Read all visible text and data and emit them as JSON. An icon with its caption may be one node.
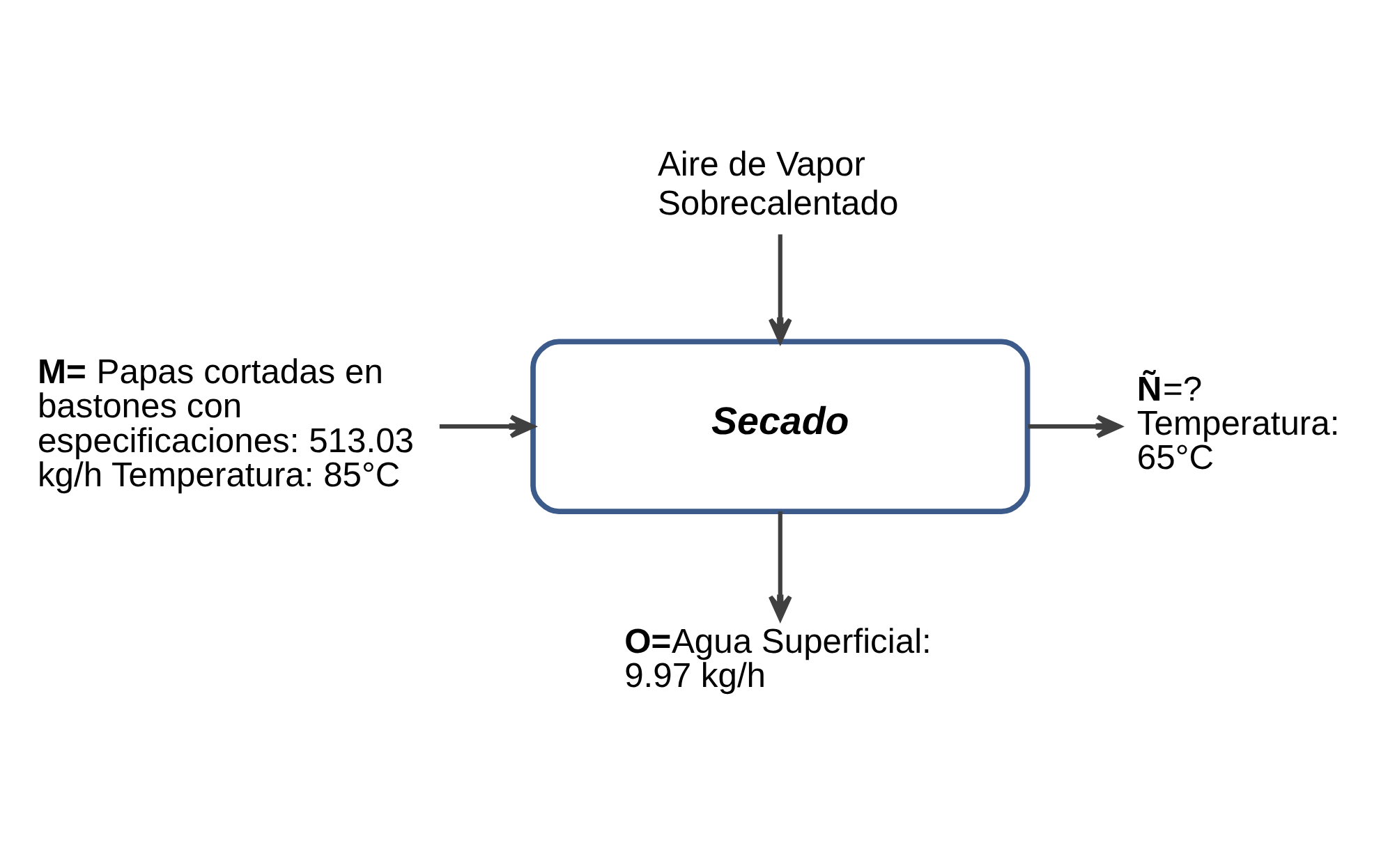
{
  "diagram": {
    "nodes": [
      {
        "text": [
          "Aire de Vapor Sobrecalentado"
        ]
      },
      {
        "text": [
          "**M=** Papas cortadas en bastones con especificaciones: 513.03 kg/h Temperatura: 85°C"
        ]
      },
      {
        "text": [
          "Secado"
        ]
      },
      {
        "text": [
          "**Ñ**=? Temperatura: 65°C"
        ]
      },
      {
        "text": [
          "**O=**Agua Superficial: 9.97 kg/h"
        ]
      }
    ],
    "edges": [
      {
        "from": 0,
        "to": 2,
        "arrow": "to"
      },
      {
        "from": 1,
        "to": 2,
        "arrow": "to"
      },
      {
        "from": 2,
        "to": 3,
        "arrow": "to"
      },
      {
        "from": 2,
        "to": 4,
        "arrow": "to"
      }
    ]
  }
}
